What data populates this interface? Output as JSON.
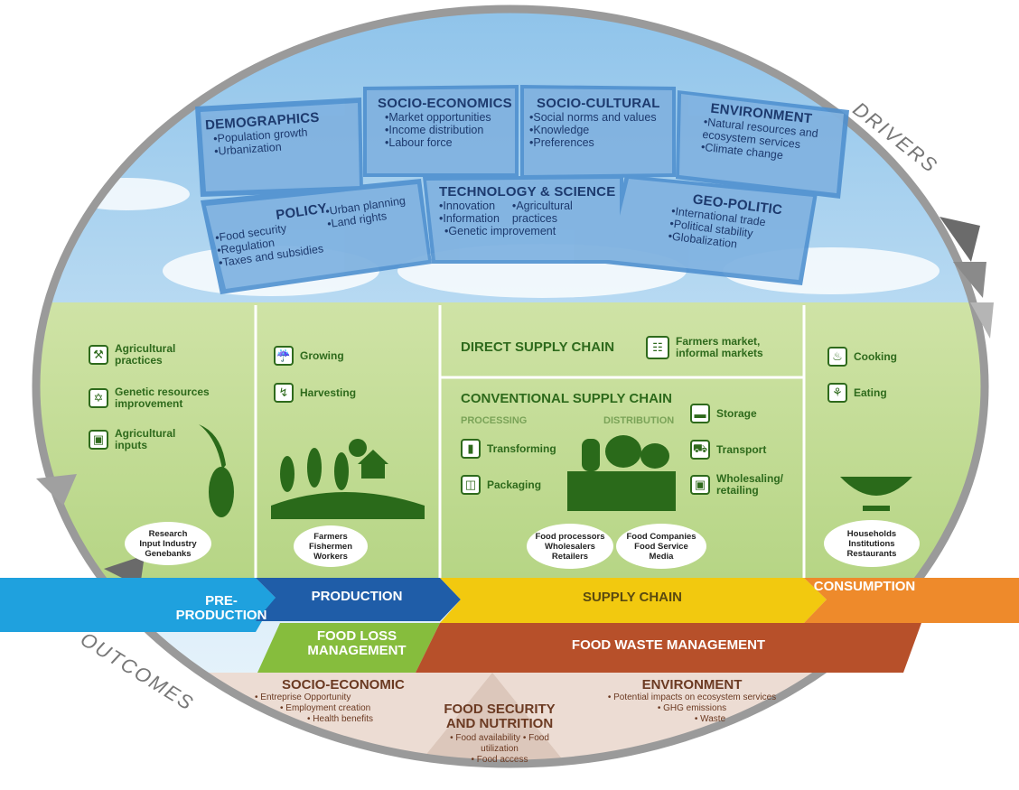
{
  "drivers": {
    "label": "DRIVERS",
    "demographics": {
      "title": "DEMOGRAPHICS",
      "items": [
        "Population growth",
        "Urbanization"
      ]
    },
    "socio_economics": {
      "title": "SOCIO-ECONOMICS",
      "items": [
        "Market opportunities",
        "Income distribution",
        "Labour force"
      ]
    },
    "socio_cultural": {
      "title": "SOCIO-CULTURAL",
      "items": [
        "Social norms and values",
        "Knowledge",
        "Preferences"
      ]
    },
    "environment": {
      "title": "ENVIRONMENT",
      "items": [
        "Natural resources and ecosystem services",
        "Climate change"
      ]
    },
    "policy": {
      "title": "POLICY",
      "items": [
        "Food security",
        "Regulation",
        "Taxes and subsidies",
        "Urban planning",
        "Land rights"
      ]
    },
    "technology": {
      "title": "TECHNOLOGY & SCIENCE",
      "items": [
        "Innovation",
        "Information",
        "Genetic improvement",
        "Agricultural practices"
      ]
    },
    "geopolitic": {
      "title": "GEO-POLITIC",
      "items": [
        "International trade",
        "Political stability",
        "Globalization"
      ]
    }
  },
  "preproduction": {
    "items": [
      "Agricultural practices",
      "Genetic resources improvement",
      "Agricultural inputs"
    ],
    "actors": [
      "Research",
      "Input Industry",
      "Genebanks"
    ]
  },
  "production": {
    "items": [
      "Growing",
      "Harvesting"
    ],
    "actors": [
      "Farmers",
      "Fishermen",
      "Workers"
    ]
  },
  "supply": {
    "direct_title": "DIRECT SUPPLY CHAIN",
    "direct_item": "Farmers market, informal markets",
    "conventional_title": "CONVENTIONAL SUPPLY CHAIN",
    "processing_label": "PROCESSING",
    "distribution_label": "DISTRIBUTION",
    "processing_items": [
      "Transforming",
      "Packaging"
    ],
    "distribution_items": [
      "Storage",
      "Transport",
      "Wholesaling/ retailing"
    ],
    "actors_a": [
      "Food processors",
      "Wholesalers",
      "Retailers"
    ],
    "actors_b": [
      "Food Companies",
      "Food Service",
      "Media"
    ]
  },
  "consumption": {
    "items": [
      "Cooking",
      "Eating"
    ],
    "actors": [
      "Households",
      "Institutions",
      "Restaurants"
    ]
  },
  "stages": {
    "pre_production": "PRE- PRODUCTION",
    "production": "PRODUCTION",
    "supply_chain": "SUPPLY CHAIN",
    "consumption": "CONSUMPTION",
    "food_loss": "FOOD LOSS MANAGEMENT",
    "food_waste": "FOOD WASTE MANAGEMENT"
  },
  "outcomes": {
    "label": "OUTCOMES",
    "socio_economic": {
      "title": "SOCIO-ECONOMIC",
      "items": [
        "Entreprise Opportunity",
        "Employment creation",
        "Health benefits"
      ]
    },
    "food_security": {
      "title": "FOOD SECURITY AND NUTRITION",
      "items": [
        "Food availability",
        "Food utilization",
        "Food access"
      ]
    },
    "environment": {
      "title": "ENVIRONMENT",
      "items": [
        "Potential impacts on ecosystem services",
        "GHG emissions",
        "Waste"
      ]
    }
  }
}
